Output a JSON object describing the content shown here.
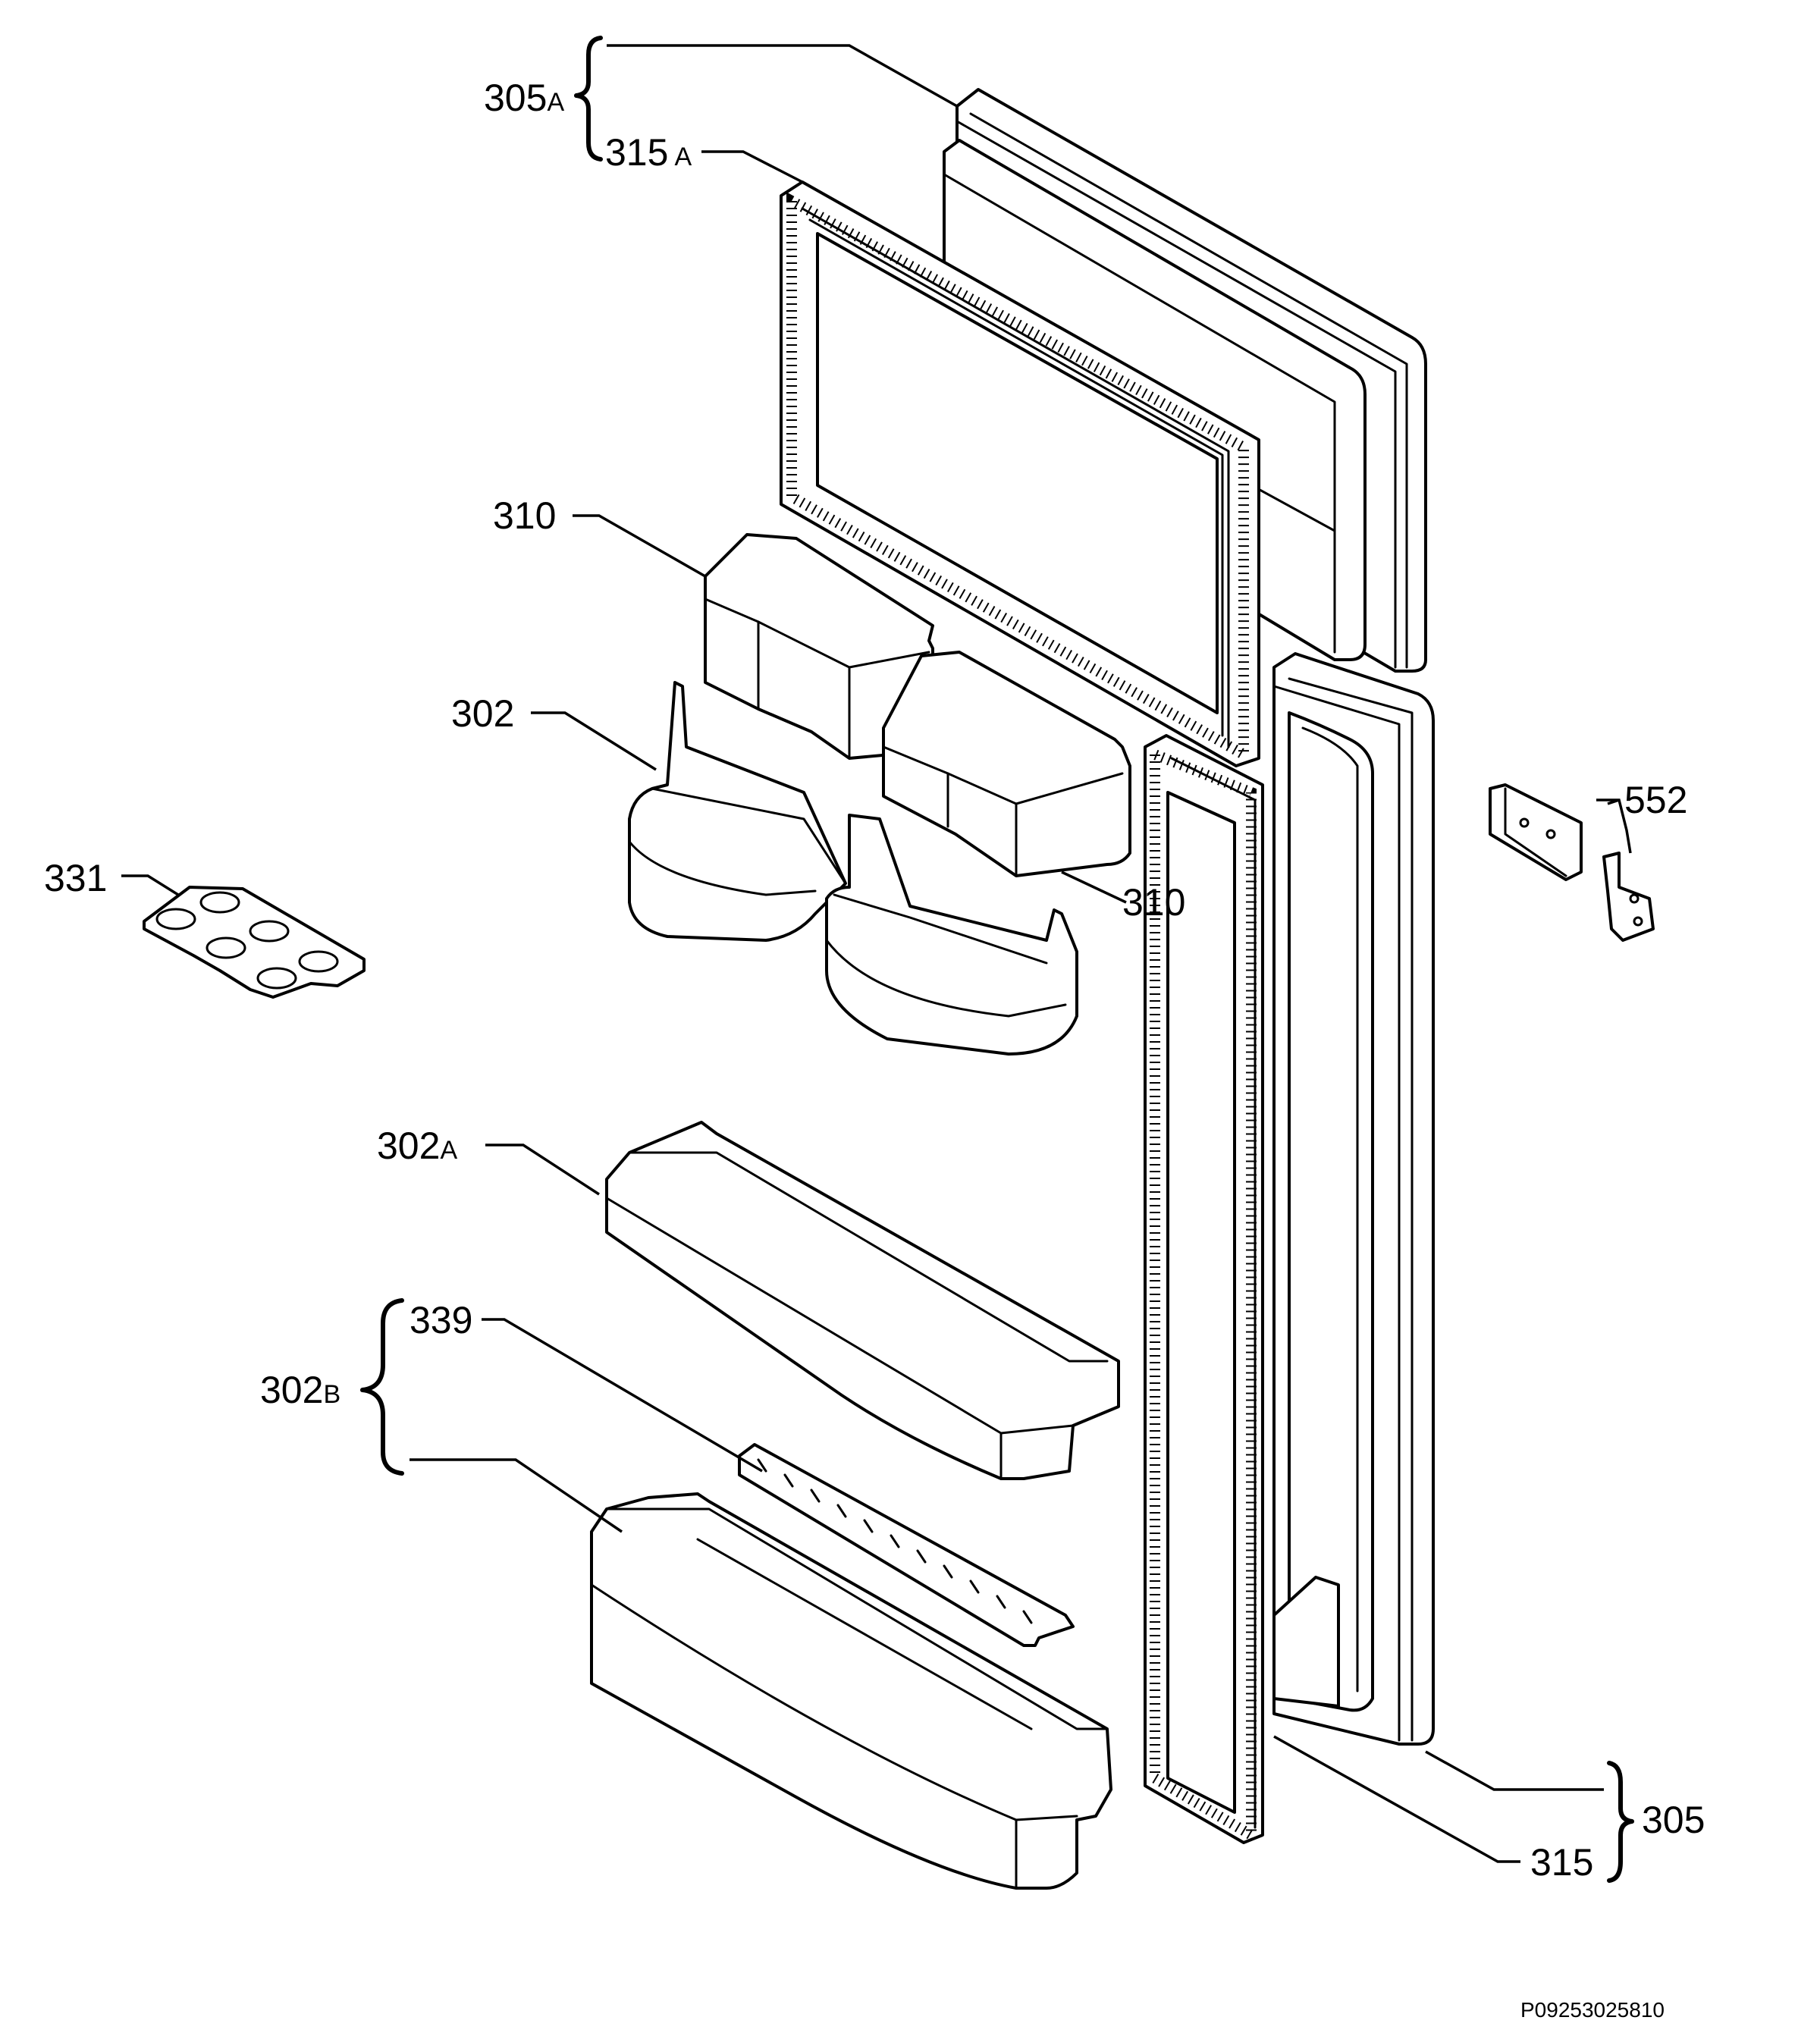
{
  "callouts": {
    "c305a": {
      "num": "305",
      "suffix": "A"
    },
    "c315a": {
      "num": "315",
      "suffix": "A"
    },
    "c310_top": {
      "num": "310"
    },
    "c302": {
      "num": "302"
    },
    "c331": {
      "num": "331"
    },
    "c310_right": {
      "num": "310"
    },
    "c552": {
      "num": "552"
    },
    "c302a": {
      "num": "302",
      "suffix": "A"
    },
    "c339": {
      "num": "339"
    },
    "c302b": {
      "num": "302",
      "suffix": "B"
    },
    "c305": {
      "num": "305"
    },
    "c315": {
      "num": "315"
    }
  },
  "drawing_code": "P09253025810"
}
